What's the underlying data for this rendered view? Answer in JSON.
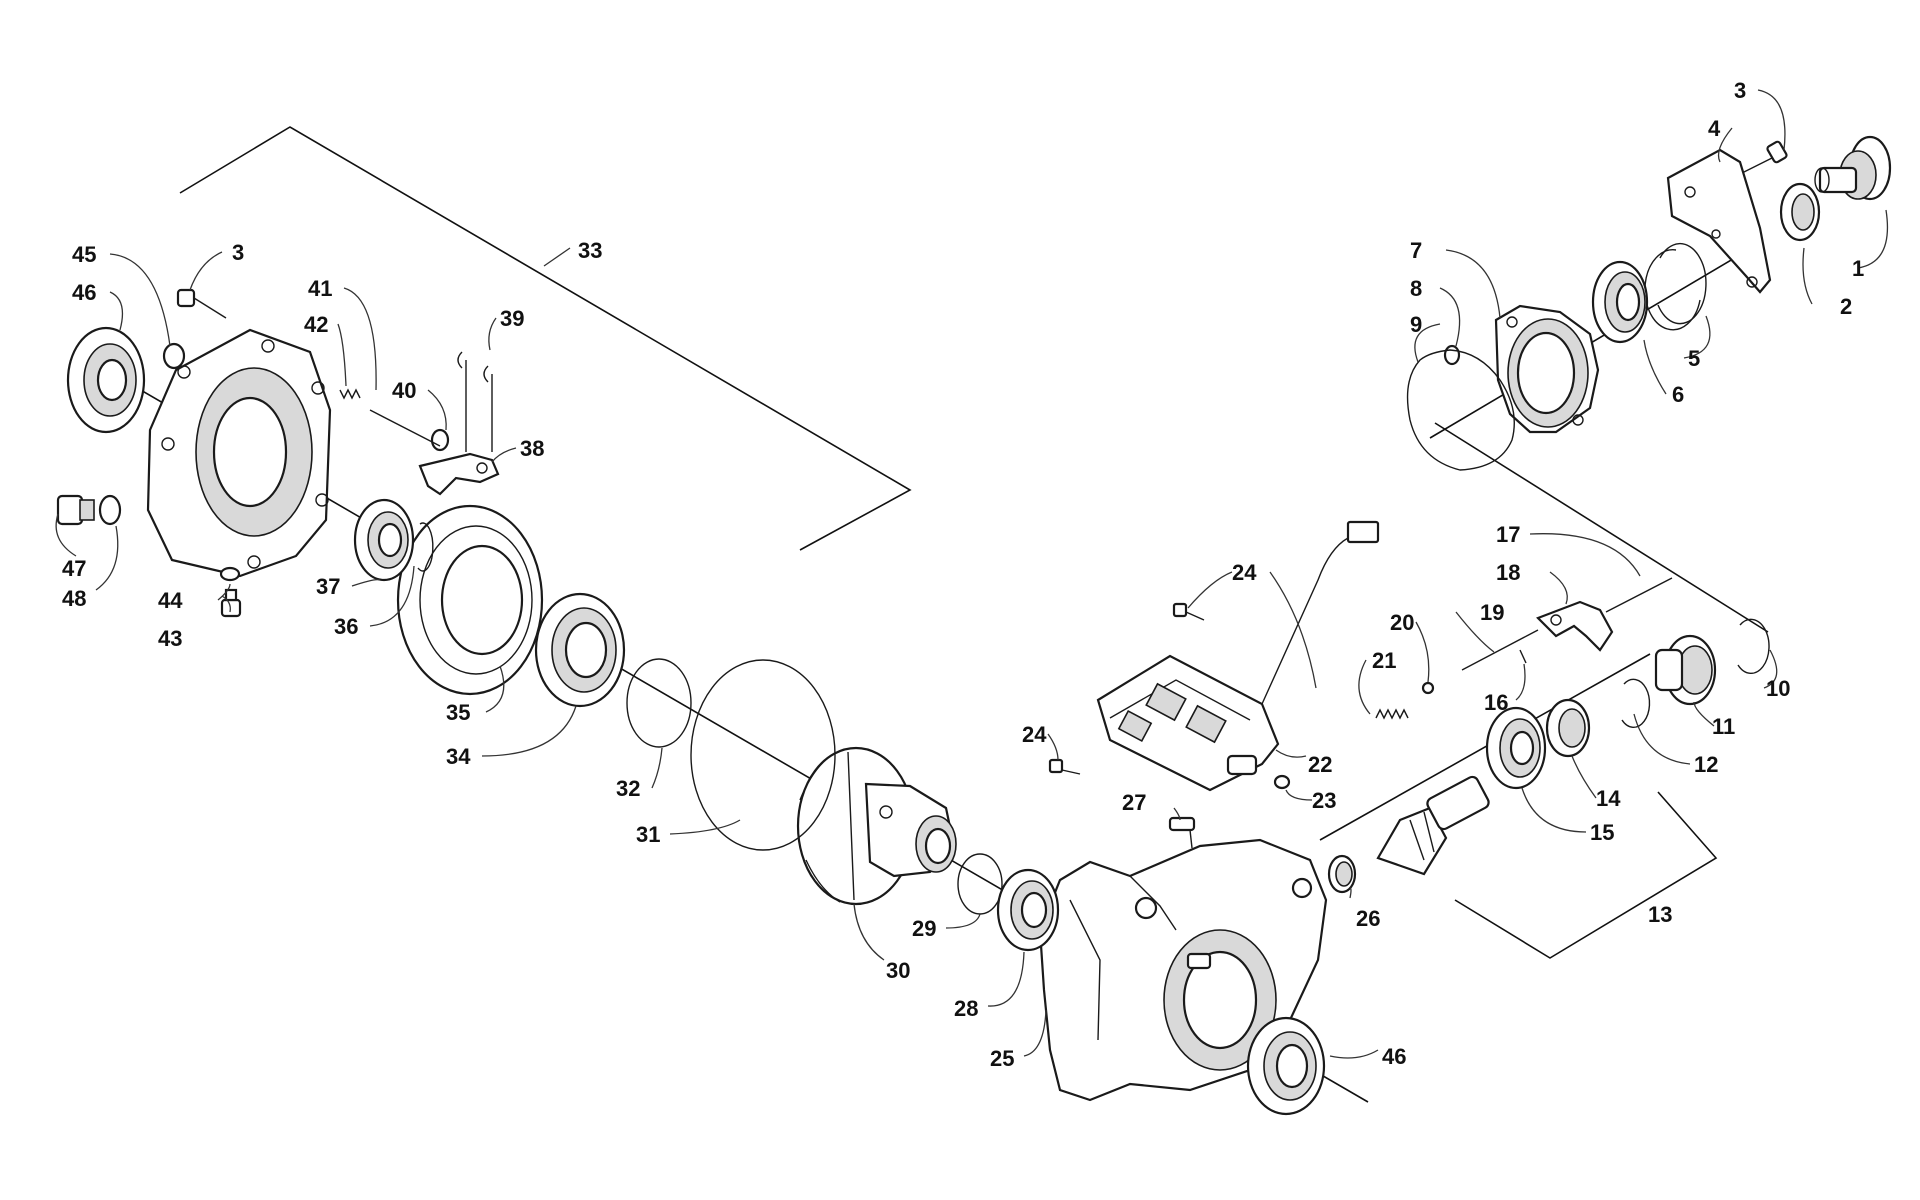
{
  "callouts": [
    {
      "id": "c1",
      "label": "1"
    },
    {
      "id": "c2",
      "label": "2"
    },
    {
      "id": "c3a",
      "label": "3"
    },
    {
      "id": "c4",
      "label": "4"
    },
    {
      "id": "c5",
      "label": "5"
    },
    {
      "id": "c6",
      "label": "6"
    },
    {
      "id": "c7",
      "label": "7"
    },
    {
      "id": "c8",
      "label": "8"
    },
    {
      "id": "c9",
      "label": "9"
    },
    {
      "id": "c10",
      "label": "10"
    },
    {
      "id": "c11",
      "label": "11"
    },
    {
      "id": "c12",
      "label": "12"
    },
    {
      "id": "c13",
      "label": "13"
    },
    {
      "id": "c14",
      "label": "14"
    },
    {
      "id": "c15",
      "label": "15"
    },
    {
      "id": "c16",
      "label": "16"
    },
    {
      "id": "c17",
      "label": "17"
    },
    {
      "id": "c18",
      "label": "18"
    },
    {
      "id": "c19",
      "label": "19"
    },
    {
      "id": "c20",
      "label": "20"
    },
    {
      "id": "c21",
      "label": "21"
    },
    {
      "id": "c22",
      "label": "22"
    },
    {
      "id": "c23",
      "label": "23"
    },
    {
      "id": "c24a",
      "label": "24"
    },
    {
      "id": "c24b",
      "label": "24"
    },
    {
      "id": "c25",
      "label": "25"
    },
    {
      "id": "c26",
      "label": "26"
    },
    {
      "id": "c27",
      "label": "27"
    },
    {
      "id": "c28",
      "label": "28"
    },
    {
      "id": "c29",
      "label": "29"
    },
    {
      "id": "c30",
      "label": "30"
    },
    {
      "id": "c31",
      "label": "31"
    },
    {
      "id": "c32",
      "label": "32"
    },
    {
      "id": "c33",
      "label": "33"
    },
    {
      "id": "c34",
      "label": "34"
    },
    {
      "id": "c35",
      "label": "35"
    },
    {
      "id": "c36",
      "label": "36"
    },
    {
      "id": "c37",
      "label": "37"
    },
    {
      "id": "c38",
      "label": "38"
    },
    {
      "id": "c39",
      "label": "39"
    },
    {
      "id": "c40",
      "label": "40"
    },
    {
      "id": "c41",
      "label": "41"
    },
    {
      "id": "c42",
      "label": "42"
    },
    {
      "id": "c43",
      "label": "43"
    },
    {
      "id": "c44",
      "label": "44"
    },
    {
      "id": "c45",
      "label": "45"
    },
    {
      "id": "c46a",
      "label": "46"
    },
    {
      "id": "c46b",
      "label": "46"
    },
    {
      "id": "c47",
      "label": "47"
    },
    {
      "id": "c48",
      "label": "48"
    },
    {
      "id": "c3b",
      "label": "3"
    }
  ],
  "colors": {
    "line": "#1a1a1a",
    "background": "#ffffff"
  }
}
